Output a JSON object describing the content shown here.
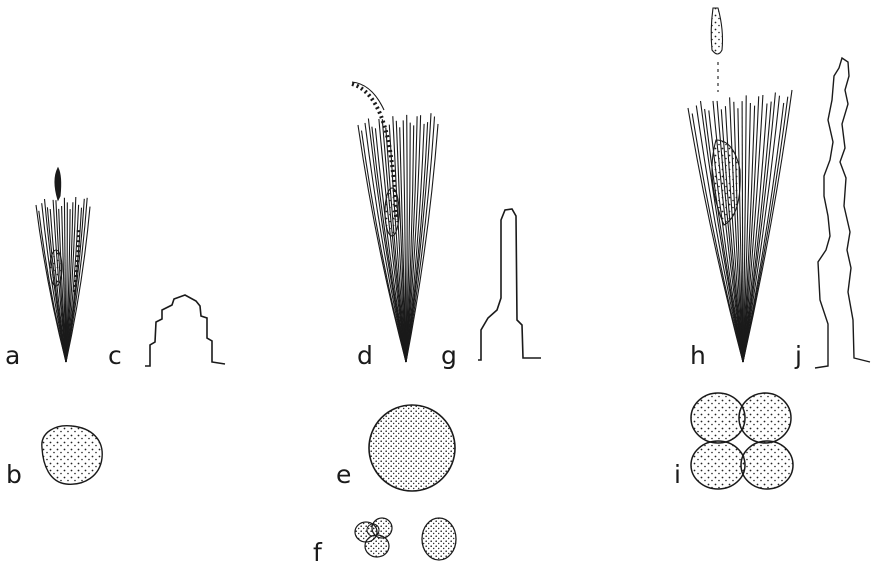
{
  "figure": {
    "labels": {
      "a": "a",
      "b": "b",
      "c": "c",
      "d": "d",
      "e": "e",
      "f": "f",
      "g": "g",
      "h": "h",
      "i": "i",
      "j": "j"
    }
  }
}
